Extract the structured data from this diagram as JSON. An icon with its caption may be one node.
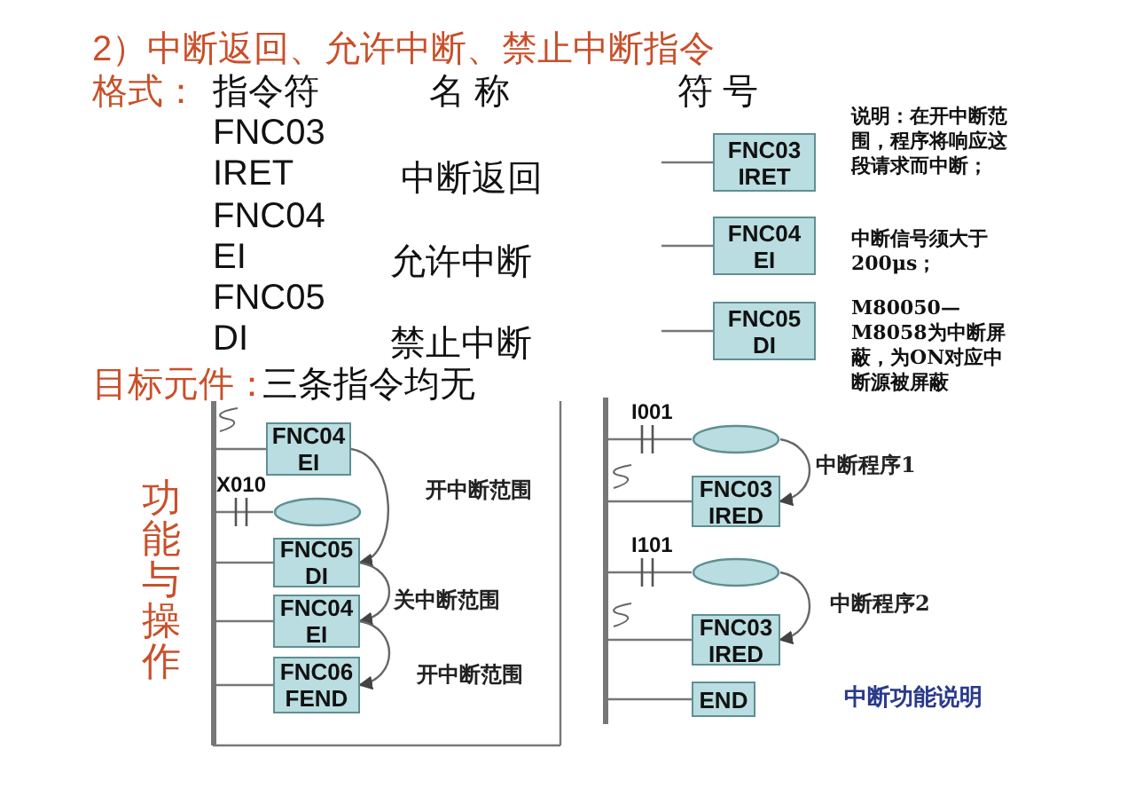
{
  "diagram": {
    "title": "2）中断返回、允许中断、禁止中断指令",
    "nodes": [
      {
        "text": [
          "FNC03 IRET"
        ]
      },
      {
        "text": [
          "FNC04 EI"
        ]
      },
      {
        "text": [
          "FNC05 DI"
        ]
      },
      {
        "text": [
          "FNC04 EI"
        ]
      },
      {
        "text": [],
        "shape": "ellipse"
      },
      {
        "text": [
          "FNC05 DI"
        ]
      },
      {
        "text": [
          "FNC04 EI"
        ]
      },
      {
        "text": [
          "FNC06 FEND"
        ]
      },
      {
        "text": [],
        "shape": "ellipse"
      },
      {
        "text": [
          "FNC03 IRED"
        ]
      },
      {
        "text": [],
        "shape": "ellipse"
      },
      {
        "text": [
          "FNC03 IRED"
        ]
      },
      {
        "text": [
          "END"
        ]
      },
      {
        "text": [],
        "shape": "bar"
      },
      {
        "text": [],
        "shape": "bar"
      }
    ],
    "edges": [
      {
        "from": 3,
        "to": 5,
        "arrow": "to",
        "label": "开中断范围"
      },
      {
        "from": 5,
        "to": 6,
        "arrow": "to",
        "label": "关中断范围"
      },
      {
        "from": 6,
        "to": 7,
        "arrow": "to",
        "label": "开中断范围"
      },
      {
        "from": 8,
        "to": 9,
        "arrow": "to",
        "label": "中断程序1"
      },
      {
        "from": 10,
        "to": 11,
        "arrow": "to",
        "label": "中断程序2"
      },
      {
        "from": 13,
        "to": 3,
        "arrow": "none"
      },
      {
        "from": 13,
        "to": 4,
        "arrow": "none"
      },
      {
        "from": 13,
        "to": 5,
        "arrow": "none"
      },
      {
        "from": 13,
        "to": 6,
        "arrow": "none"
      },
      {
        "from": 13,
        "to": 7,
        "arrow": "none"
      },
      {
        "from": 14,
        "to": 8,
        "arrow": "none"
      },
      {
        "from": 14,
        "to": 9,
        "arrow": "none"
      },
      {
        "from": 14,
        "to": 10,
        "arrow": "none"
      },
      {
        "from": 14,
        "to": 11,
        "arrow": "none"
      },
      {
        "from": 14,
        "to": 12,
        "arrow": "none"
      },
      {
        "from": null,
        "to": 0,
        "arrow": "none"
      },
      {
        "from": null,
        "to": 1,
        "arrow": "none"
      },
      {
        "from": null,
        "to": 2,
        "arrow": "none"
      }
    ],
    "labels": [
      "格式：",
      "指令符",
      "名 称",
      "符 号",
      "FNC03",
      "IRET",
      "中断返回",
      "FNC04",
      "EI",
      "允许中断",
      "FNC05",
      "DI",
      "禁止中断",
      "**说明：**在开中断范围，程序将响应这段请求而中断；",
      "中断信号须大于200μs；",
      "M80050—M8058为中断屏蔽，为ON对应中断源被屏蔽",
      "目标元件：",
      "三条指令均无",
      "X010",
      "功能与操作",
      "I001",
      "I101",
      "中断功能说明"
    ]
  }
}
